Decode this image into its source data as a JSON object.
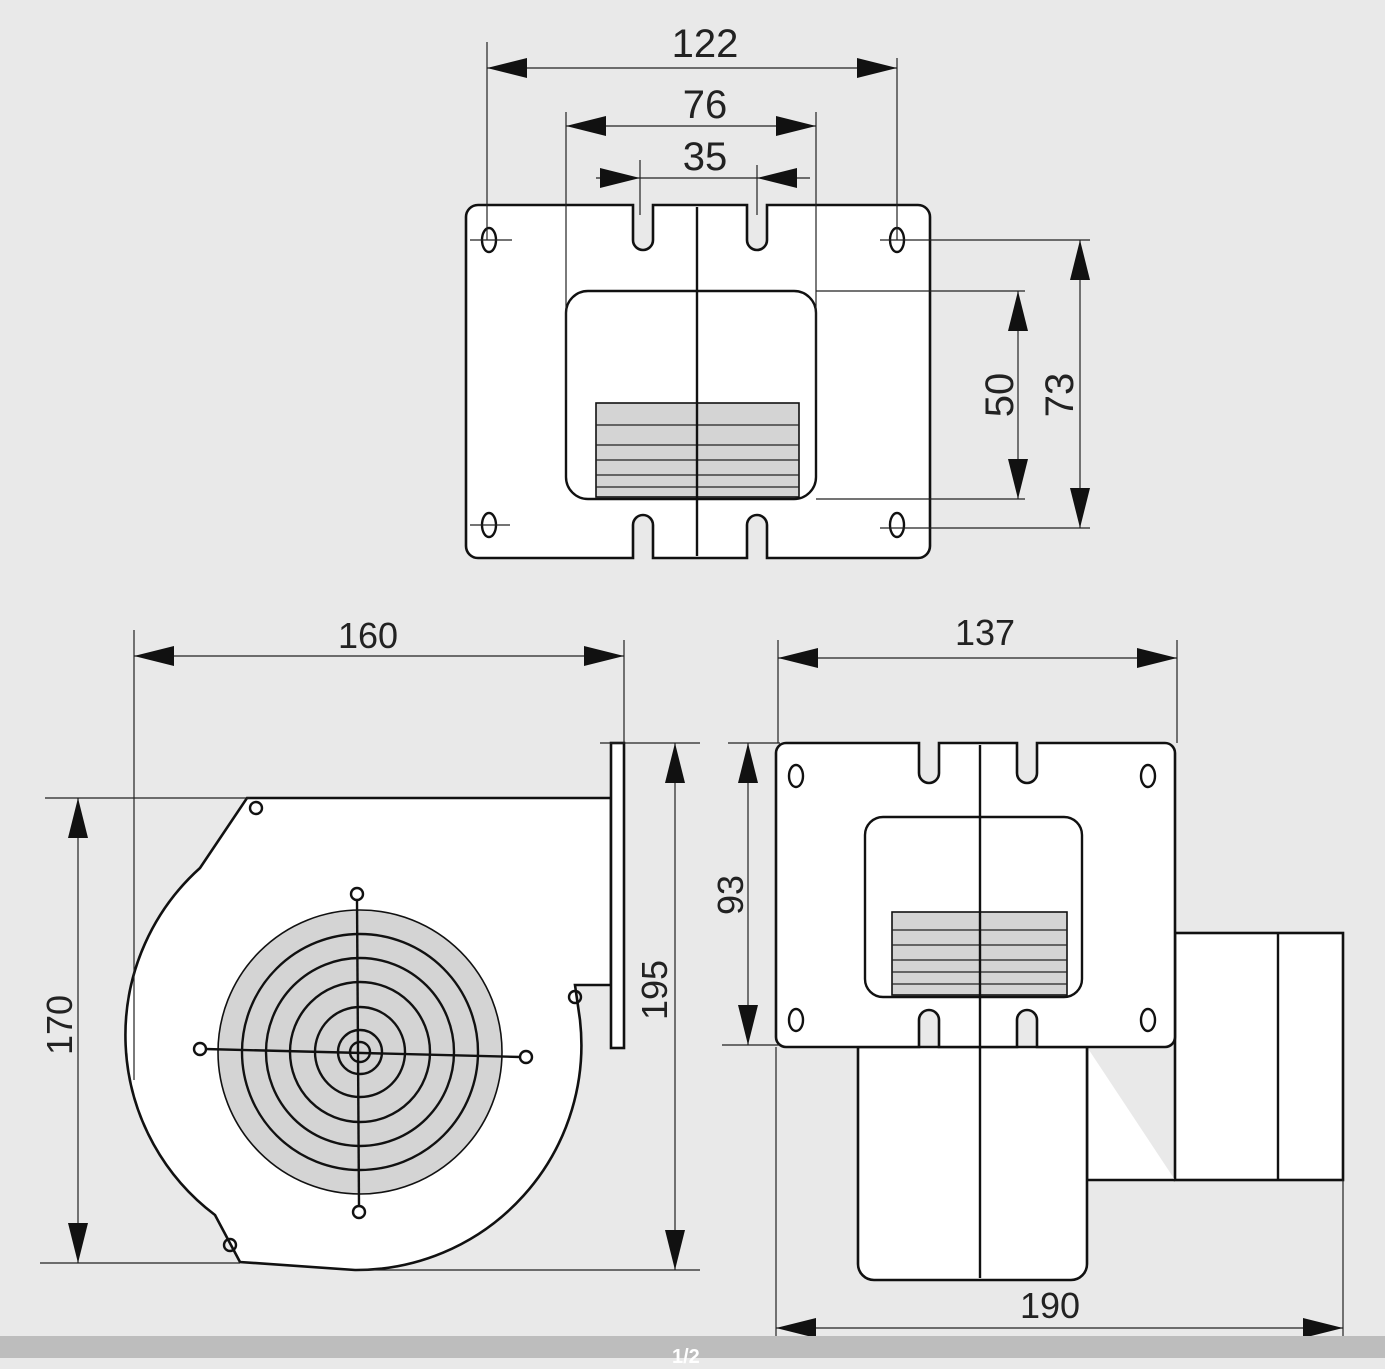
{
  "drawing": {
    "top_view": {
      "width_overall": "122",
      "width_window": "76",
      "slot_spacing": "35",
      "window_height": "50",
      "hole_spacing_vertical": "73"
    },
    "side_view": {
      "depth": "160",
      "height_housing": "170",
      "height_flange": "195"
    },
    "front_view": {
      "width": "137",
      "plate_height": "93",
      "overall_width": "190"
    }
  },
  "pager": {
    "label": "1/2"
  },
  "colors": {
    "background": "#e9e9e9",
    "line": "#111111",
    "grille": "#d4d4d4"
  }
}
